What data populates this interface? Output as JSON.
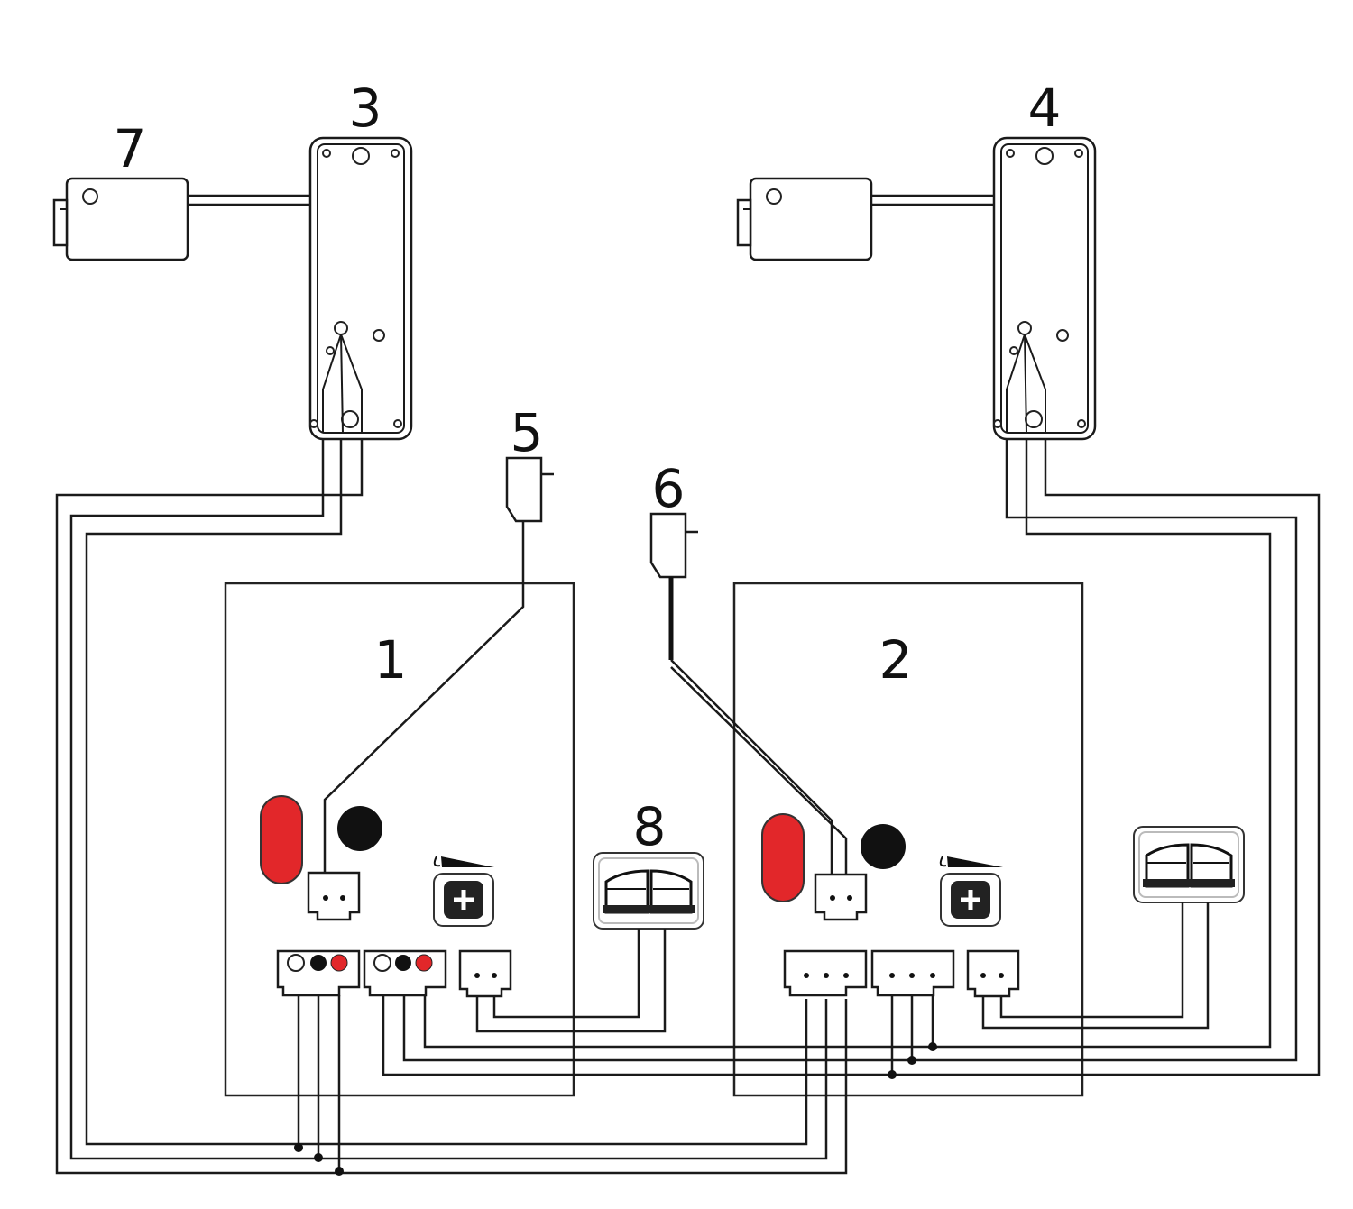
{
  "labels": {
    "monitor_1": "1",
    "monitor_2": "2",
    "outdoor_station_1": "3",
    "outdoor_station_2": "4",
    "power_adapter_1": "5",
    "power_adapter_2": "6",
    "electric_lock": "7",
    "gate_opener": "8"
  },
  "colors": {
    "indicator_red": "#e2272a",
    "knob_black": "#111111",
    "line": "#1a1a1a"
  }
}
